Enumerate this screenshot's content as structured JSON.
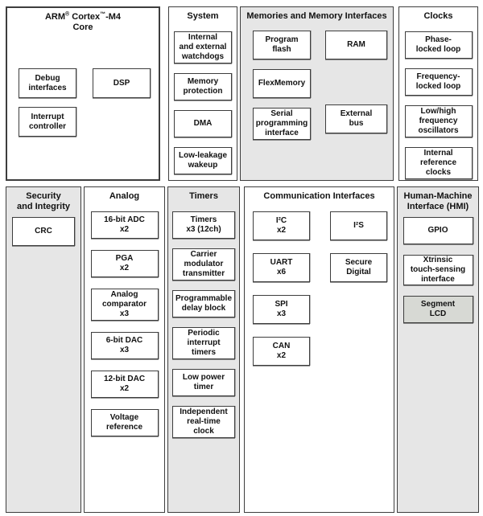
{
  "colors": {
    "panel_gray": "#e6e6e6",
    "box_shaded": "#d7d9d4",
    "border": "#3d3d3d",
    "background": "#ffffff"
  },
  "core": {
    "title": {
      "prefix": "ARM",
      "reg": "®",
      "mid": "Cortex",
      "tm": "™",
      "suffix": "-M4",
      "line2": "Core"
    },
    "boxes": [
      {
        "label": "Debug\ninterfaces"
      },
      {
        "label": "DSP"
      },
      {
        "label": "Interrupt\ncontroller"
      }
    ]
  },
  "system": {
    "title": "System",
    "boxes": [
      {
        "label": "Internal\nand external\nwatchdogs"
      },
      {
        "label": "Memory\nprotection"
      },
      {
        "label": "DMA"
      },
      {
        "label": "Low-leakage\nwakeup"
      }
    ]
  },
  "memories": {
    "title": "Memories and Memory Interfaces",
    "col1": [
      {
        "label": "Program\nflash"
      },
      {
        "label": "FlexMemory"
      },
      {
        "label": "Serial\nprogramming\ninterface"
      }
    ],
    "col2": [
      {
        "label": "RAM"
      },
      {
        "label": "External\nbus"
      }
    ]
  },
  "clocks": {
    "title": "Clocks",
    "boxes": [
      {
        "label": "Phase-\nlocked loop"
      },
      {
        "label": "Frequency-\nlocked loop"
      },
      {
        "label": "Low/high\nfrequency\noscillators"
      },
      {
        "label": "Internal\nreference\nclocks"
      }
    ]
  },
  "security": {
    "title": "Security\nand Integrity",
    "boxes": [
      {
        "label": "CRC"
      }
    ]
  },
  "analog": {
    "title": "Analog",
    "boxes": [
      {
        "label": "16-bit ADC\nx2"
      },
      {
        "label": "PGA\nx2"
      },
      {
        "label": "Analog\ncomparator\nx3"
      },
      {
        "label": "6-bit DAC\nx3"
      },
      {
        "label": "12-bit DAC\nx2"
      },
      {
        "label": "Voltage\nreference"
      }
    ]
  },
  "timers": {
    "title": "Timers",
    "boxes": [
      {
        "label": "Timers\nx3 (12ch)"
      },
      {
        "label": "Carrier\nmodulator\ntransmitter"
      },
      {
        "label": "Programmable\ndelay block"
      },
      {
        "label": "Periodic\ninterrupt\ntimers"
      },
      {
        "label": "Low power\ntimer"
      },
      {
        "label": "Independent\nreal-time\nclock"
      }
    ]
  },
  "comm": {
    "title": "Communication Interfaces",
    "col1": [
      {
        "label": "I²C\nx2"
      },
      {
        "label": "UART\nx6"
      },
      {
        "label": "SPI\nx3"
      },
      {
        "label": "CAN\nx2"
      }
    ],
    "col2": [
      {
        "label": "I²S"
      },
      {
        "label": "Secure\nDigital"
      }
    ]
  },
  "hmi": {
    "title": "Human-Machine\nInterface (HMI)",
    "boxes": [
      {
        "label": "GPIO"
      },
      {
        "label": "Xtrinsic\ntouch-sensing\ninterface"
      },
      {
        "label": "Segment\nLCD"
      }
    ]
  }
}
